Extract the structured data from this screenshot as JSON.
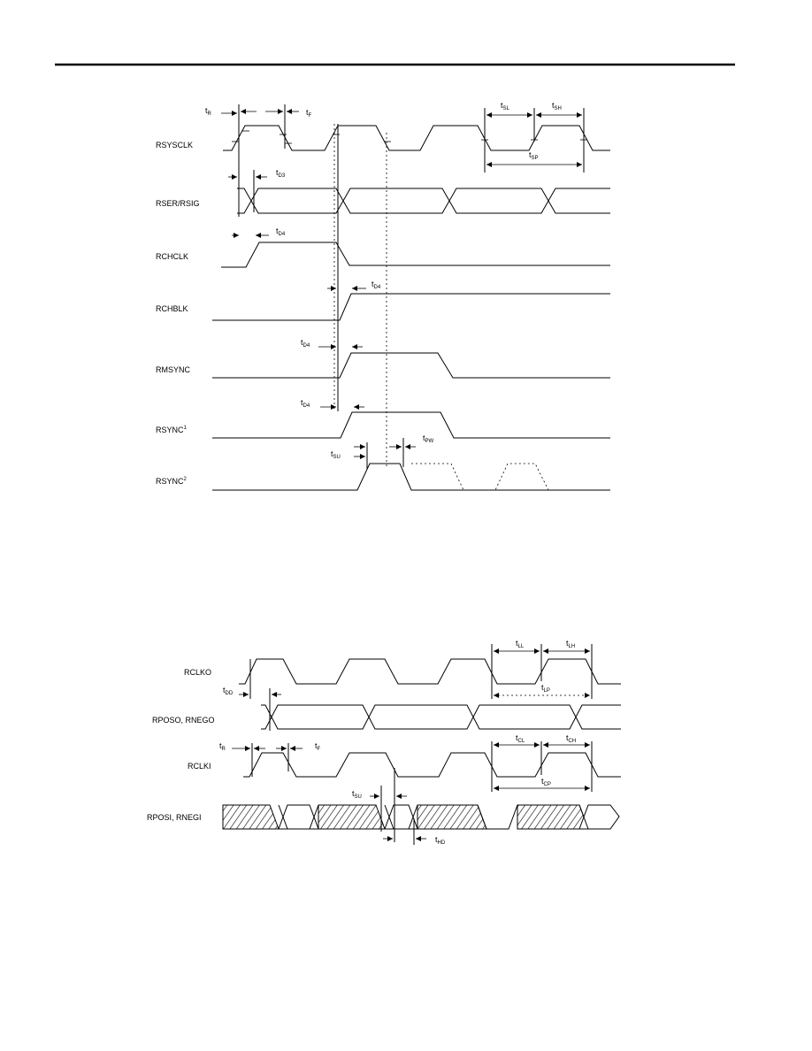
{
  "diagram1": {
    "signals": [
      "RSYSCLK",
      "RSER/RSIG",
      "RCHCLK",
      "RCHBLK",
      "RMSYNC",
      "RSYNC",
      "RSYNC"
    ],
    "sync1_sup": "1",
    "sync2_sup": "2",
    "timings": {
      "tR": {
        "t": "t",
        "s": "R"
      },
      "tF": {
        "t": "t",
        "s": "F"
      },
      "tSL": {
        "t": "t",
        "s": "SL"
      },
      "tSH": {
        "t": "t",
        "s": "SH"
      },
      "tSP": {
        "t": "t",
        "s": "SP"
      },
      "tD3": {
        "t": "t",
        "s": "D3"
      },
      "tD4a": {
        "t": "t",
        "s": "D4"
      },
      "tD4b": {
        "t": "t",
        "s": "D4"
      },
      "tD4c": {
        "t": "t",
        "s": "D4"
      },
      "tD4d": {
        "t": "t",
        "s": "D4"
      },
      "tSU": {
        "t": "t",
        "s": "SU"
      },
      "tPW": {
        "t": "t",
        "s": "PW"
      }
    }
  },
  "diagram2": {
    "signals": [
      "RCLKO",
      "RPOSO, RNEGO",
      "RCLKI",
      "RPOSI, RNEGI"
    ],
    "timings": {
      "tLL": {
        "t": "t",
        "s": "LL"
      },
      "tLH": {
        "t": "t",
        "s": "LH"
      },
      "tLP": {
        "t": "t",
        "s": "LP"
      },
      "tDD": {
        "t": "t",
        "s": "DD"
      },
      "tR": {
        "t": "t",
        "s": "R"
      },
      "tF": {
        "t": "t",
        "s": "F"
      },
      "tCL": {
        "t": "t",
        "s": "CL"
      },
      "tCH": {
        "t": "t",
        "s": "CH"
      },
      "tCP": {
        "t": "t",
        "s": "CP"
      },
      "tSU": {
        "t": "t",
        "s": "SU"
      },
      "tHD": {
        "t": "t",
        "s": "HD"
      }
    }
  }
}
